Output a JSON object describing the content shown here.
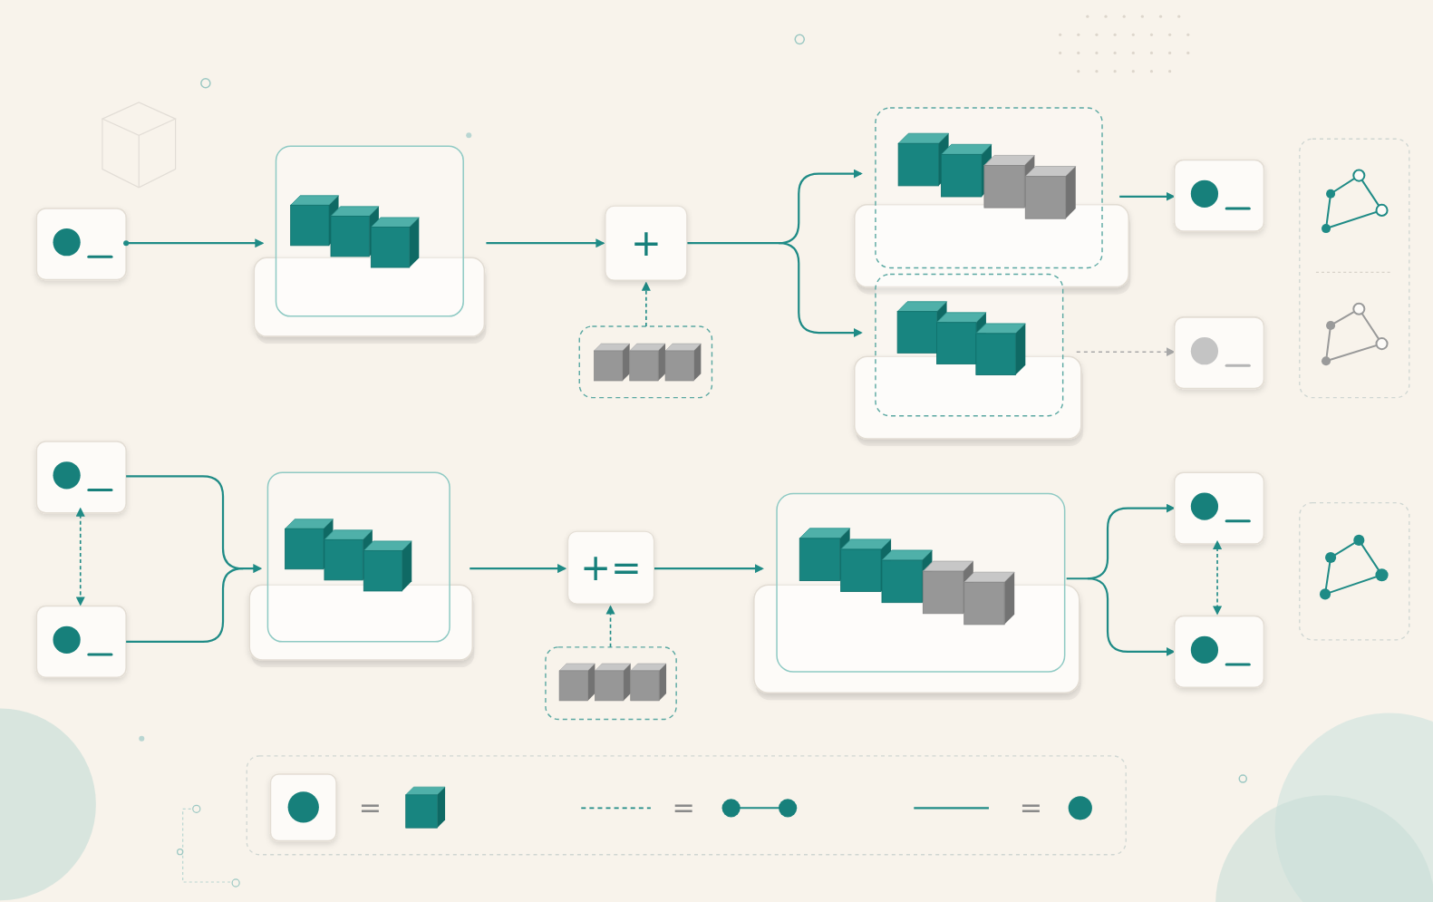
{
  "diagram": {
    "nodes": [
      {
        "text": [
          "+"
        ]
      },
      {
        "text": [
          "+="
        ]
      }
    ],
    "legend": [
      {
        "text": "="
      },
      {
        "text": "="
      },
      {
        "text": "="
      }
    ]
  }
}
